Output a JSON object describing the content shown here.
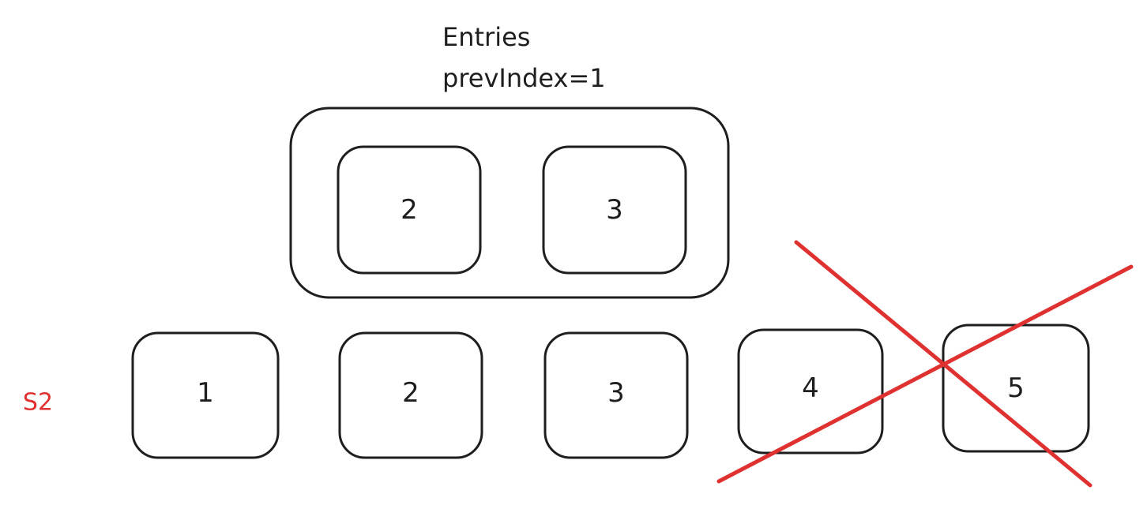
{
  "title_lines": [
    "Entries",
    "prevIndex=1"
  ],
  "entries": [
    "2",
    "3"
  ],
  "row_label": "S2",
  "row_items": [
    "1",
    "2",
    "3",
    "4",
    "5"
  ],
  "crossed_items": [
    "4",
    "5"
  ],
  "colors": {
    "ink": "#1e1e1e",
    "red": "#e03131"
  }
}
